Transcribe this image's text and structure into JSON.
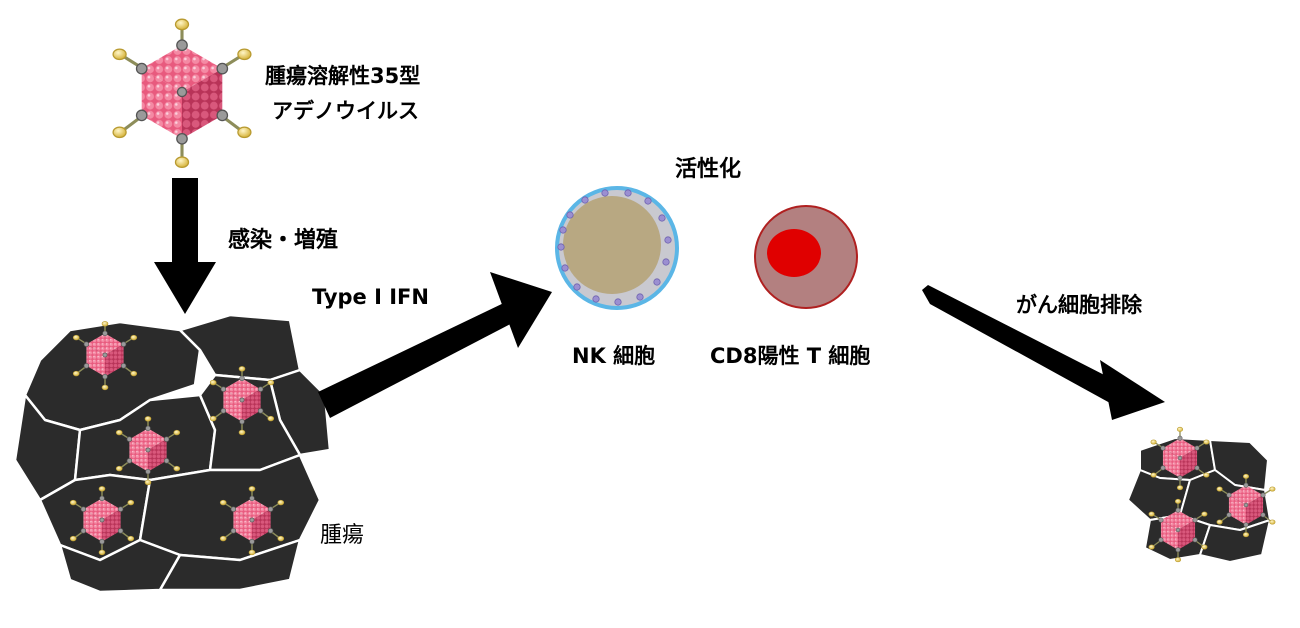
{
  "labels": {
    "virus_name": [
      "腫瘍溶解性35型",
      "アデノウイルス"
    ],
    "infection": "感染・増殖",
    "ifn": "Type I IFN",
    "activation": "活性化",
    "nk_cell": "NK 細胞",
    "cd8_cell": "CD8陽性 T 細胞",
    "elimination": "がん細胞排除",
    "tumor": "腫瘍"
  },
  "colors": {
    "arrow": "#000000",
    "tumor_cell": "#2b2b2b",
    "cell_border": "#ffffff",
    "capsid": "#f06b8a",
    "capsid_shade": "#c23c5e",
    "spike": "#e8d070",
    "nk_membrane": "#5bb6e6",
    "nk_cytoplasm": "#c9c9d0",
    "nk_nucleus": "#b8a882",
    "nk_granule": "#9b8fd1",
    "t_cell_body": "#b38080",
    "t_cell_border": "#b02020",
    "t_cell_nucleus": "#e00000"
  }
}
